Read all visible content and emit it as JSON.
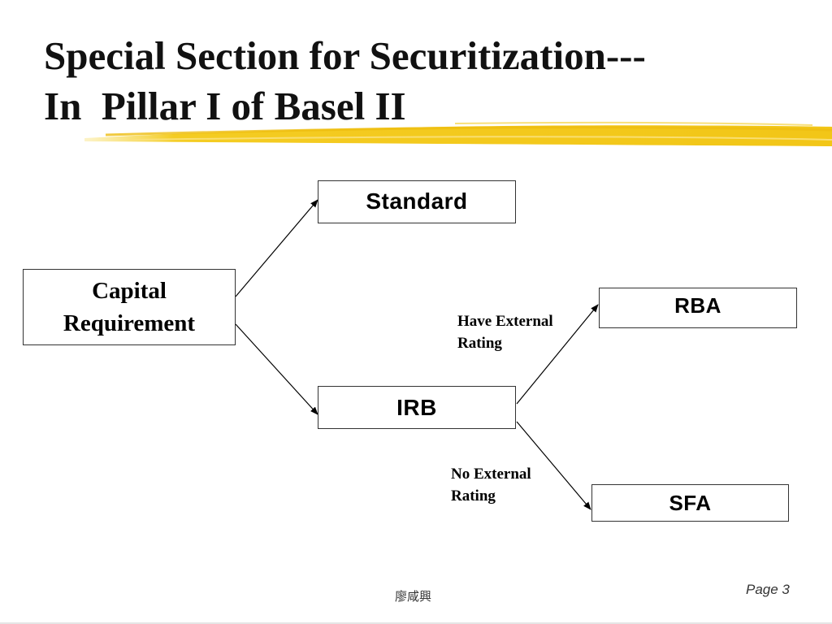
{
  "slide": {
    "title_line1": "Special Section for Securitization---",
    "title_line2": "In  Pillar I of Basel II",
    "footer_author": "廖咸興",
    "page_label": "Page 3",
    "accent_color": "#f2c617"
  },
  "diagram": {
    "nodes": {
      "capital_line1": "Capital",
      "capital_line2": "Requirement",
      "standard": "Standard",
      "irb": "IRB",
      "rba": "RBA",
      "sfa": "SFA"
    },
    "edge_labels": {
      "have_external_line1": "Have External",
      "have_external_line2": "Rating",
      "no_external_line1": "No External",
      "no_external_line2": "Rating"
    },
    "edges": [
      {
        "from": "Capital Requirement",
        "to": "Standard"
      },
      {
        "from": "Capital Requirement",
        "to": "IRB"
      },
      {
        "from": "IRB",
        "to": "RBA",
        "label": "Have External Rating"
      },
      {
        "from": "IRB",
        "to": "SFA",
        "label": "No External Rating"
      }
    ]
  }
}
